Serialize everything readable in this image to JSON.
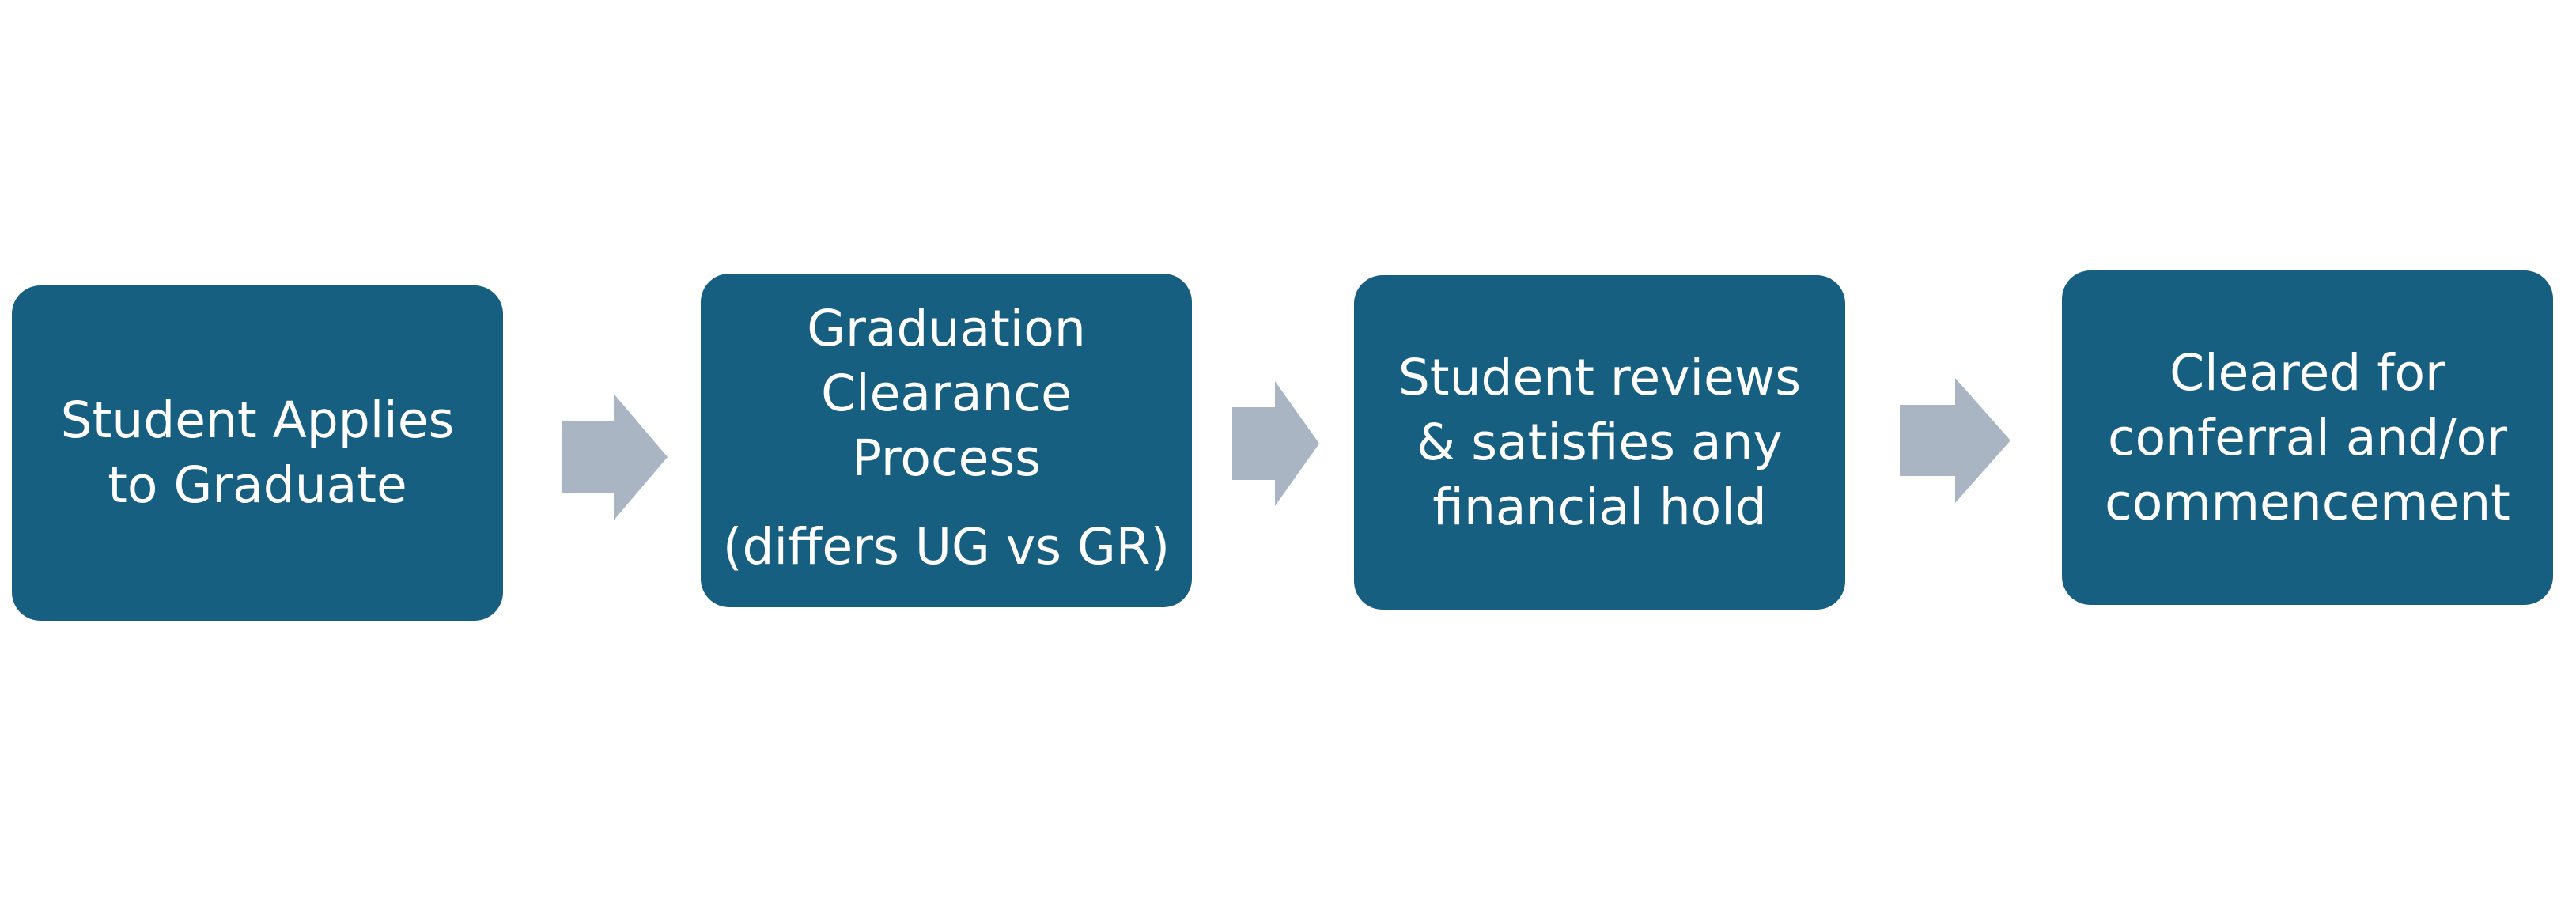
{
  "colors": {
    "box_fill": "#175f81",
    "box_text": "#ffffff",
    "arrow_fill": "#a9b5c2",
    "background": "#ffffff"
  },
  "flow": {
    "steps": [
      {
        "lines": [
          "Student Applies",
          "to Graduate"
        ]
      },
      {
        "lines": [
          "Graduation",
          "Clearance",
          "Process"
        ],
        "note": "(differs UG vs GR)"
      },
      {
        "lines": [
          "Student reviews",
          "& satisfies any",
          "financial hold"
        ]
      },
      {
        "lines": [
          "Cleared for",
          "conferral and/or",
          "commencement"
        ]
      }
    ],
    "arrows": [
      {
        "icon": "right-arrow-icon"
      },
      {
        "icon": "right-arrow-icon"
      },
      {
        "icon": "right-arrow-icon"
      }
    ]
  }
}
